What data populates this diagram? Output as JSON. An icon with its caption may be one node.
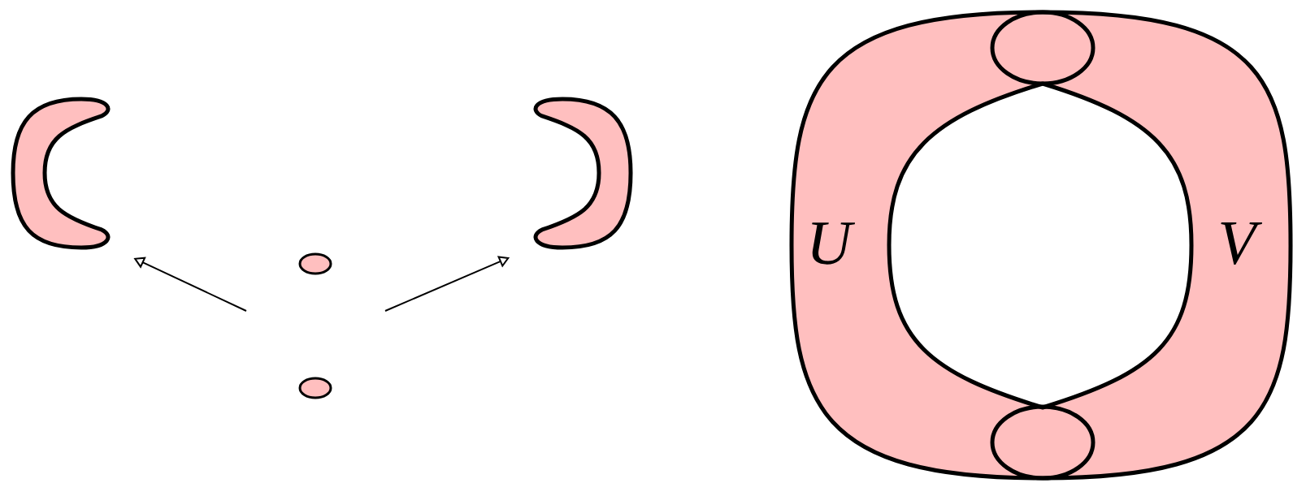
{
  "diagram": {
    "nodes": [
      {
        "text": [],
        "shape": "crescent"
      },
      {
        "text": [],
        "shape": "crescent"
      },
      {
        "text": [],
        "shape": "circle"
      },
      {
        "text": [],
        "shape": "circle"
      }
    ],
    "edges": [
      {
        "from": null,
        "to": 0,
        "arrow": "to"
      },
      {
        "from": null,
        "to": 1,
        "arrow": "to"
      }
    ],
    "labels": [
      "U",
      "V"
    ]
  }
}
